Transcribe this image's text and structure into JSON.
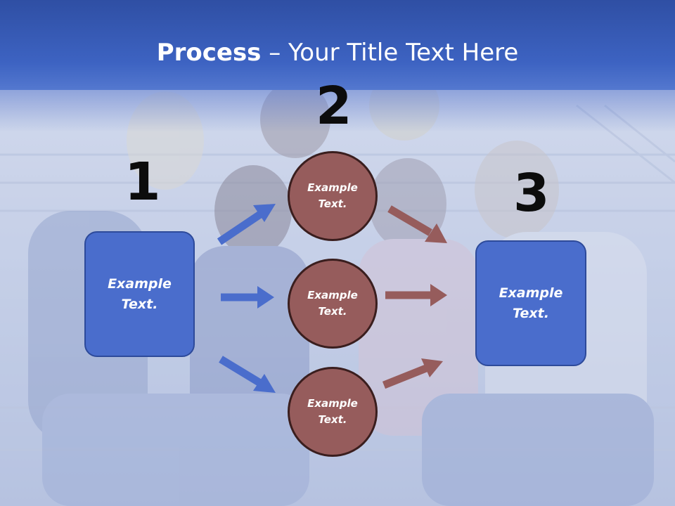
{
  "header": {
    "title_bold": "Process",
    "title_rest": " – Your Title Text Here"
  },
  "colors": {
    "header": "#3d63c2",
    "box_fill": "#4a6dcc",
    "circle_fill": "#965c5c",
    "blue_arrow": "#4a6dcc",
    "red_arrow": "#965c5c"
  },
  "steps": {
    "one": "1",
    "two": "2",
    "three": "3"
  },
  "left_box": {
    "text": "Example\nText."
  },
  "circles": [
    {
      "text": "Example\nText."
    },
    {
      "text": "Example\nText."
    },
    {
      "text": "Example\nText."
    }
  ],
  "right_box": {
    "text": "Example\nText."
  }
}
